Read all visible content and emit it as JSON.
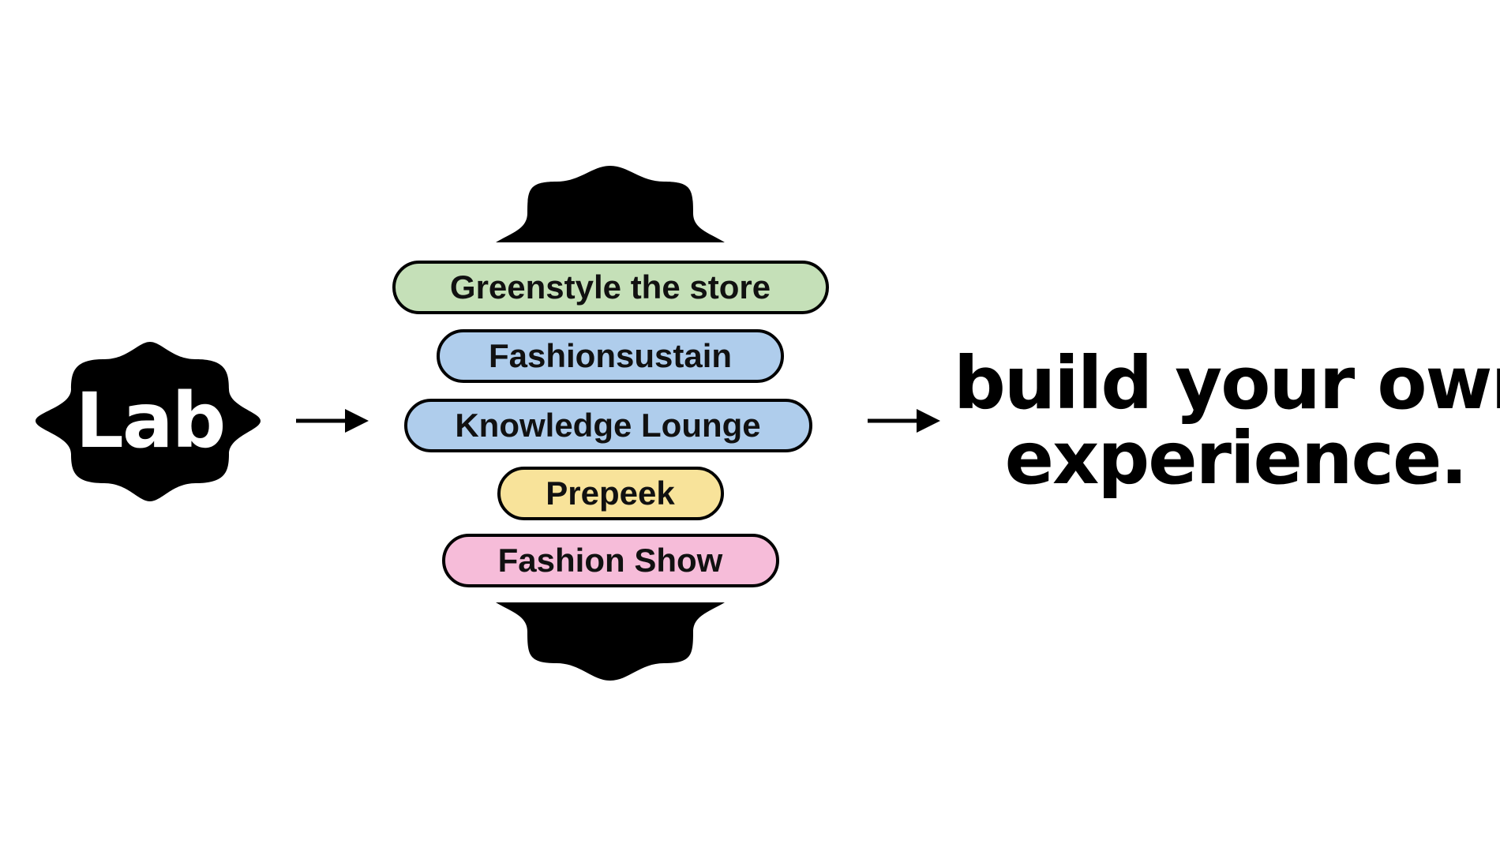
{
  "lab": {
    "label": "Lab"
  },
  "stack": {
    "items": [
      {
        "label": "Greenstyle the store",
        "color": "#c5e0b8"
      },
      {
        "label": "Fashionsustain",
        "color": "#afcdec"
      },
      {
        "label": "Knowledge Lounge",
        "color": "#afcdec"
      },
      {
        "label": "Prepeek",
        "color": "#f8e39a"
      },
      {
        "label": "Fashion Show",
        "color": "#f6bcd9"
      }
    ]
  },
  "tagline": {
    "line1": "build your own",
    "line2": "experience."
  },
  "colors": {
    "ink": "#000000",
    "background": "#ffffff"
  }
}
